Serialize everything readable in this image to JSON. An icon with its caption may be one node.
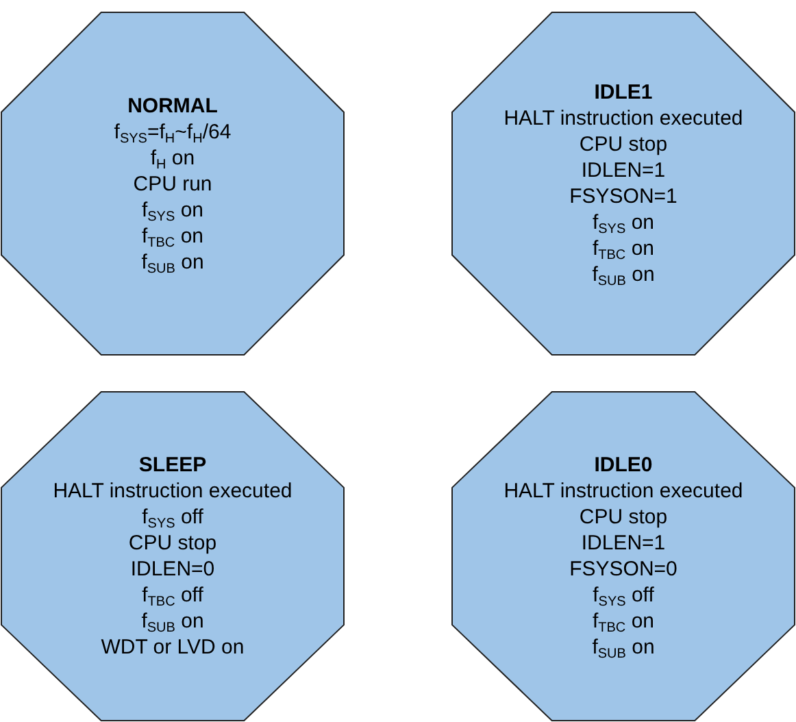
{
  "diagram": {
    "nodes": [
      {
        "text": [
          "NORMAL",
          "f$_{SYS}$=f$_{H}$~f$_{H}$/64",
          "f$_{H}$ on",
          "CPU run",
          "f$_{SYS}$ on",
          "f$_{TBC}$ on",
          "f$_{SUB}$ on"
        ]
      },
      {
        "text": [
          "IDLE1",
          "HALT instruction executed",
          "CPU stop",
          "IDLEN=1",
          "FSYSON=1",
          "f$_{SYS}$ on",
          "f$_{TBC}$ on",
          "f$_{SUB}$ on"
        ]
      },
      {
        "text": [
          "SLEEP",
          "HALT instruction executed",
          "f$_{SYS}$ off",
          "CPU stop",
          "IDLEN=0",
          "f$_{TBC}$ off",
          "f$_{SUB}$ on",
          "WDT or LVD on"
        ]
      },
      {
        "text": [
          "IDLE0",
          "HALT instruction executed",
          "CPU stop",
          "IDLEN=1",
          "FSYSON=0",
          "f$_{SYS}$ off",
          "f$_{TBC}$ on",
          "f$_{SUB}$ on"
        ]
      }
    ],
    "edges": []
  }
}
